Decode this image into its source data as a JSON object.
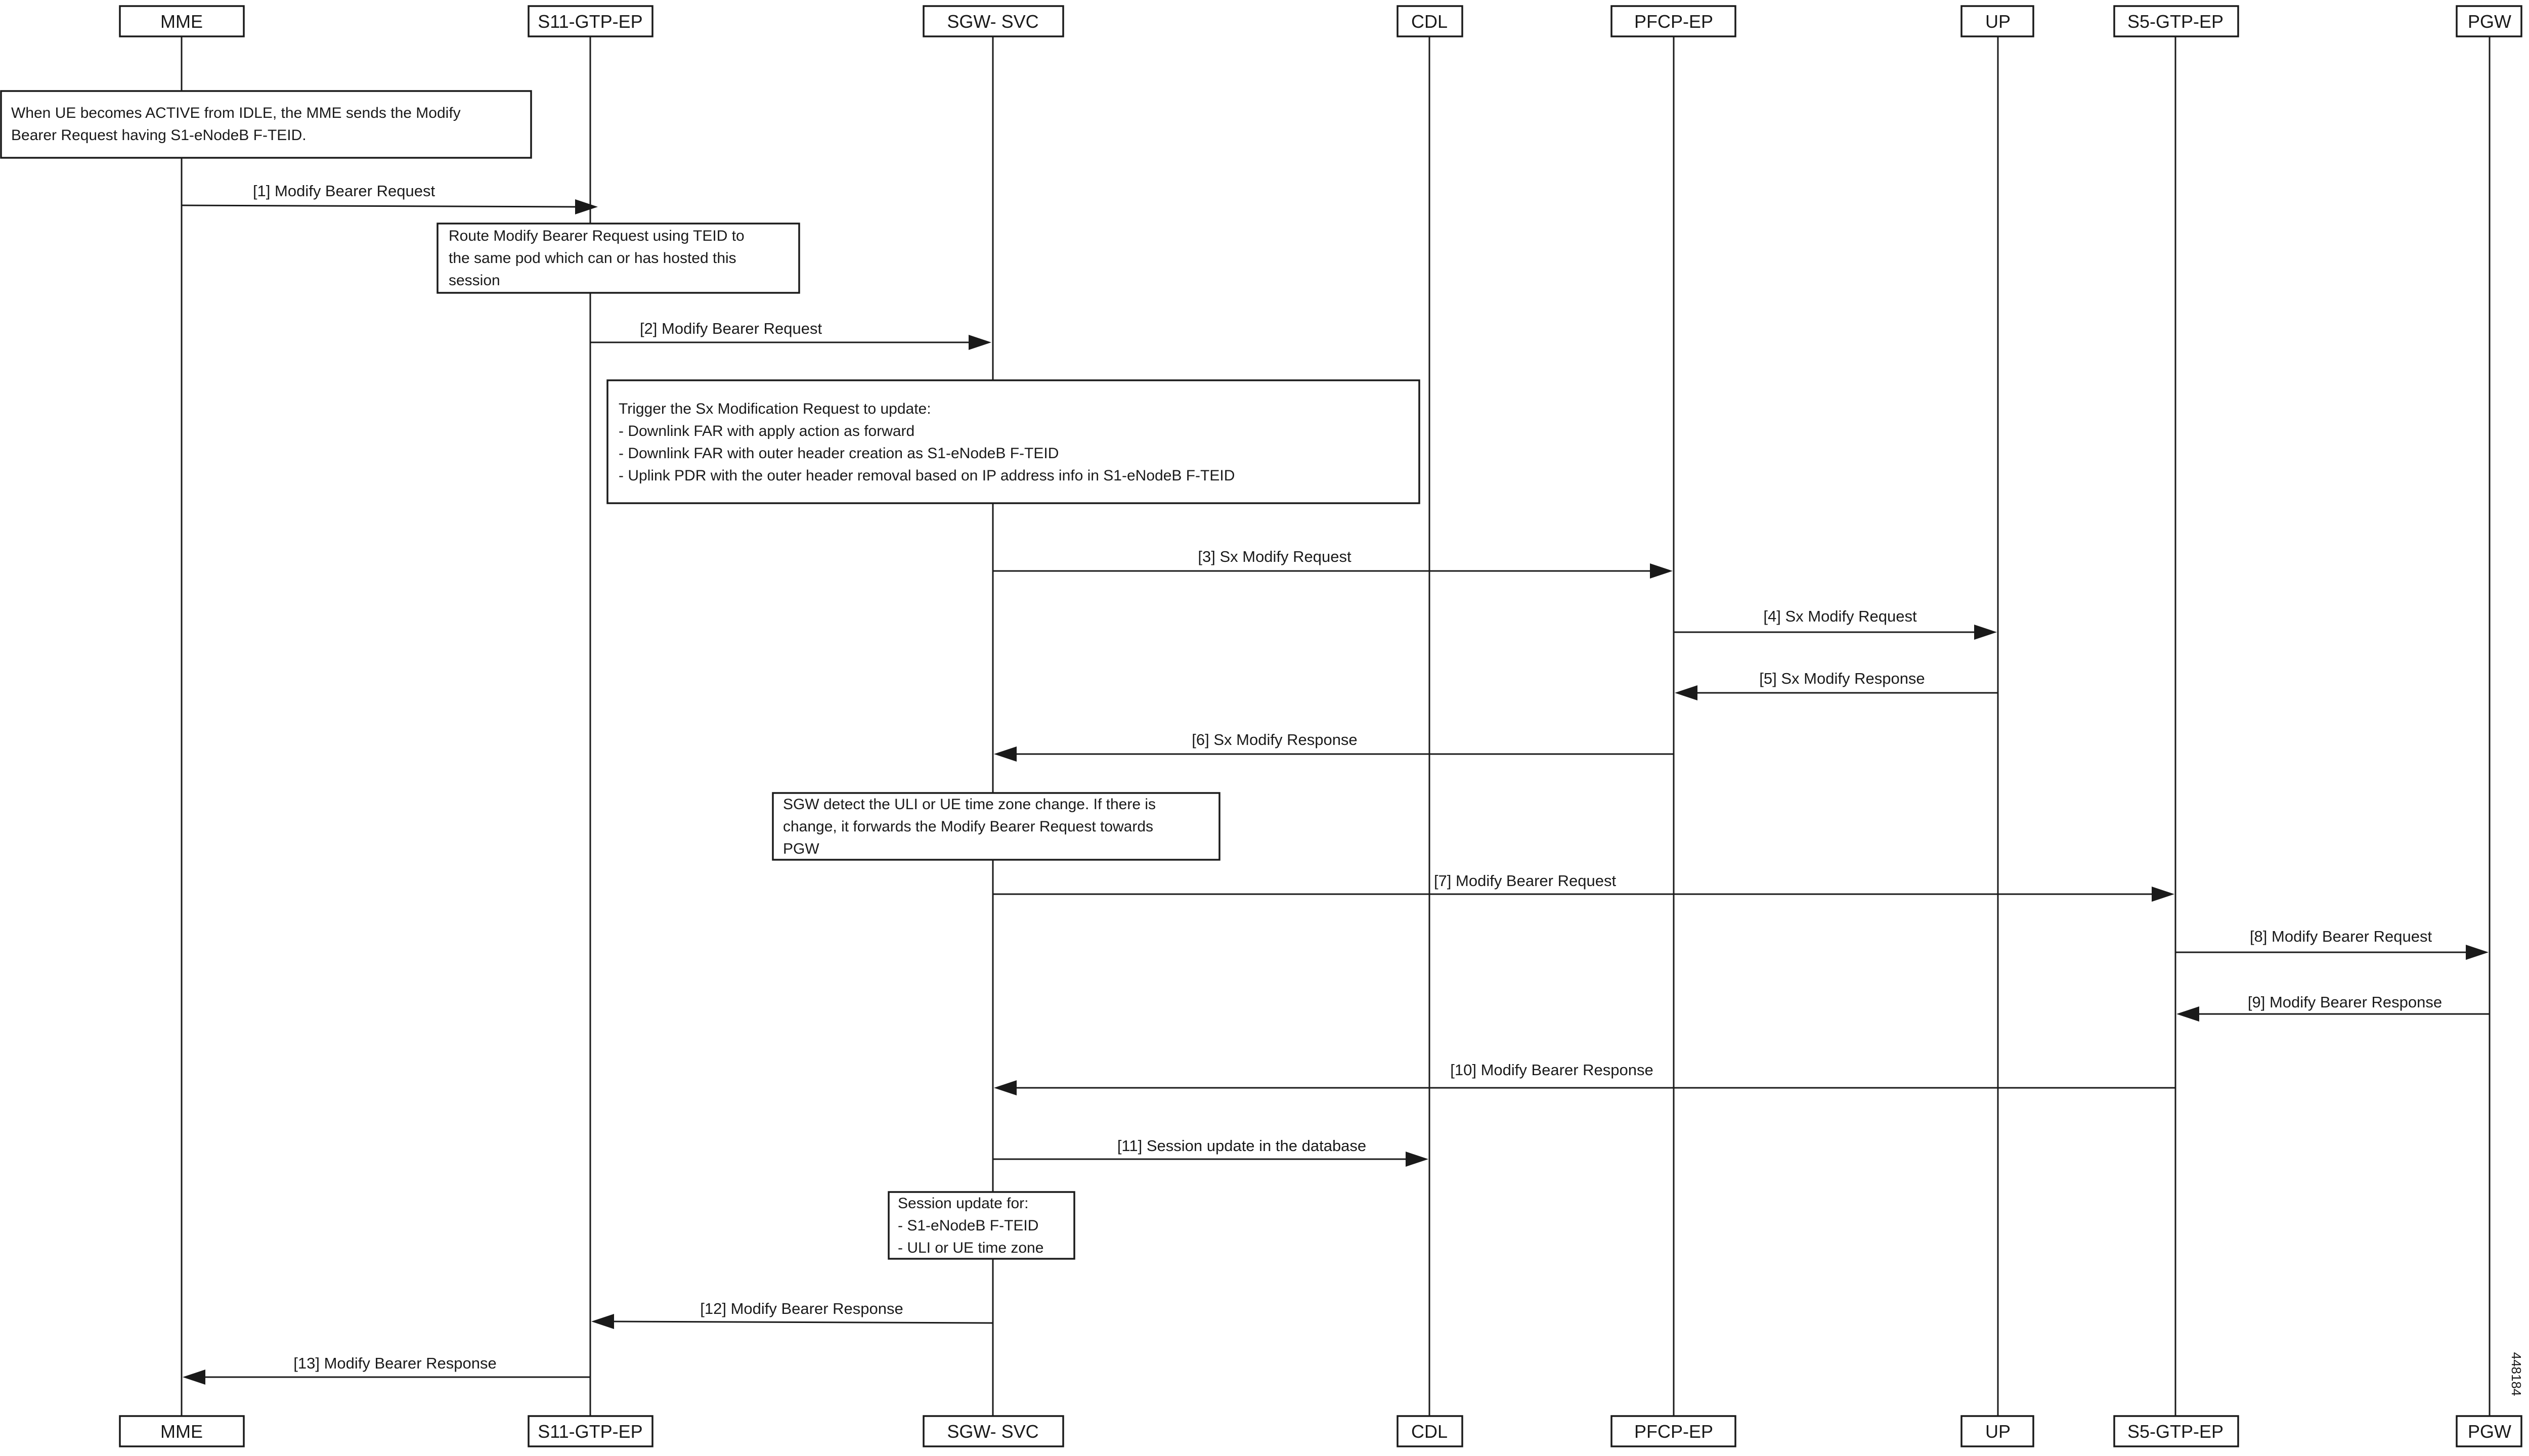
{
  "participants": [
    {
      "id": "mme",
      "label": "MME"
    },
    {
      "id": "s11",
      "label": "S11-GTP-EP"
    },
    {
      "id": "sgw",
      "label": "SGW- SVC"
    },
    {
      "id": "cdl",
      "label": "CDL"
    },
    {
      "id": "pfcp",
      "label": "PFCP-EP"
    },
    {
      "id": "up",
      "label": "UP"
    },
    {
      "id": "s5",
      "label": "S5-GTP-EP"
    },
    {
      "id": "pgw",
      "label": "PGW"
    }
  ],
  "messages": [
    {
      "from": "mme",
      "to": "s11",
      "label": "[1] Modify Bearer Request"
    },
    {
      "from": "s11",
      "to": "sgw",
      "label": "[2] Modify Bearer Request"
    },
    {
      "from": "sgw",
      "to": "pfcp",
      "label": "[3] Sx Modify Request"
    },
    {
      "from": "pfcp",
      "to": "up",
      "label": "[4] Sx Modify Request"
    },
    {
      "from": "up",
      "to": "pfcp",
      "label": "[5] Sx Modify Response"
    },
    {
      "from": "pfcp",
      "to": "sgw",
      "label": "[6] Sx Modify Response"
    },
    {
      "from": "sgw",
      "to": "s5",
      "label": "[7] Modify Bearer Request"
    },
    {
      "from": "s5",
      "to": "pgw",
      "label": "[8] Modify Bearer Request"
    },
    {
      "from": "pgw",
      "to": "s5",
      "label": "[9] Modify Bearer Response"
    },
    {
      "from": "s5",
      "to": "sgw",
      "label": "[10] Modify Bearer Response"
    },
    {
      "from": "sgw",
      "to": "cdl",
      "label": "[11] Session update in the database"
    },
    {
      "from": "sgw",
      "to": "s11",
      "label": "[12] Modify Bearer Response"
    },
    {
      "from": "s11",
      "to": "mme",
      "label": "[13] Modify Bearer Response"
    }
  ],
  "notes": [
    {
      "id": "note-ue-active",
      "lines": [
        "When UE becomes ACTIVE from IDLE, the MME sends the Modify",
        "Bearer Request having S1-eNodeB F-TEID."
      ]
    },
    {
      "id": "note-route",
      "lines": [
        "Route Modify Bearer Request using TEID to",
        "the same pod which can or has hosted this",
        "session"
      ]
    },
    {
      "id": "note-sx-trigger",
      "lines": [
        "Trigger the Sx Modification Request to update:",
        "- Downlink FAR with apply action as forward",
        "- Downlink FAR with outer header creation as S1-eNodeB  F-TEID",
        "- Uplink PDR with the outer header removal based on IP address info in S1-eNodeB F-TEID"
      ]
    },
    {
      "id": "note-sgw-detect",
      "lines": [
        "SGW detect the ULI or UE time zone change. If there is",
        "change, it forwards the Modify Bearer Request towards",
        "PGW"
      ]
    },
    {
      "id": "note-session-update",
      "lines": [
        "Session update for:",
        "- S1-eNodeB F-TEID",
        "- ULI or UE time zone"
      ]
    }
  ],
  "figure_id": "448184"
}
